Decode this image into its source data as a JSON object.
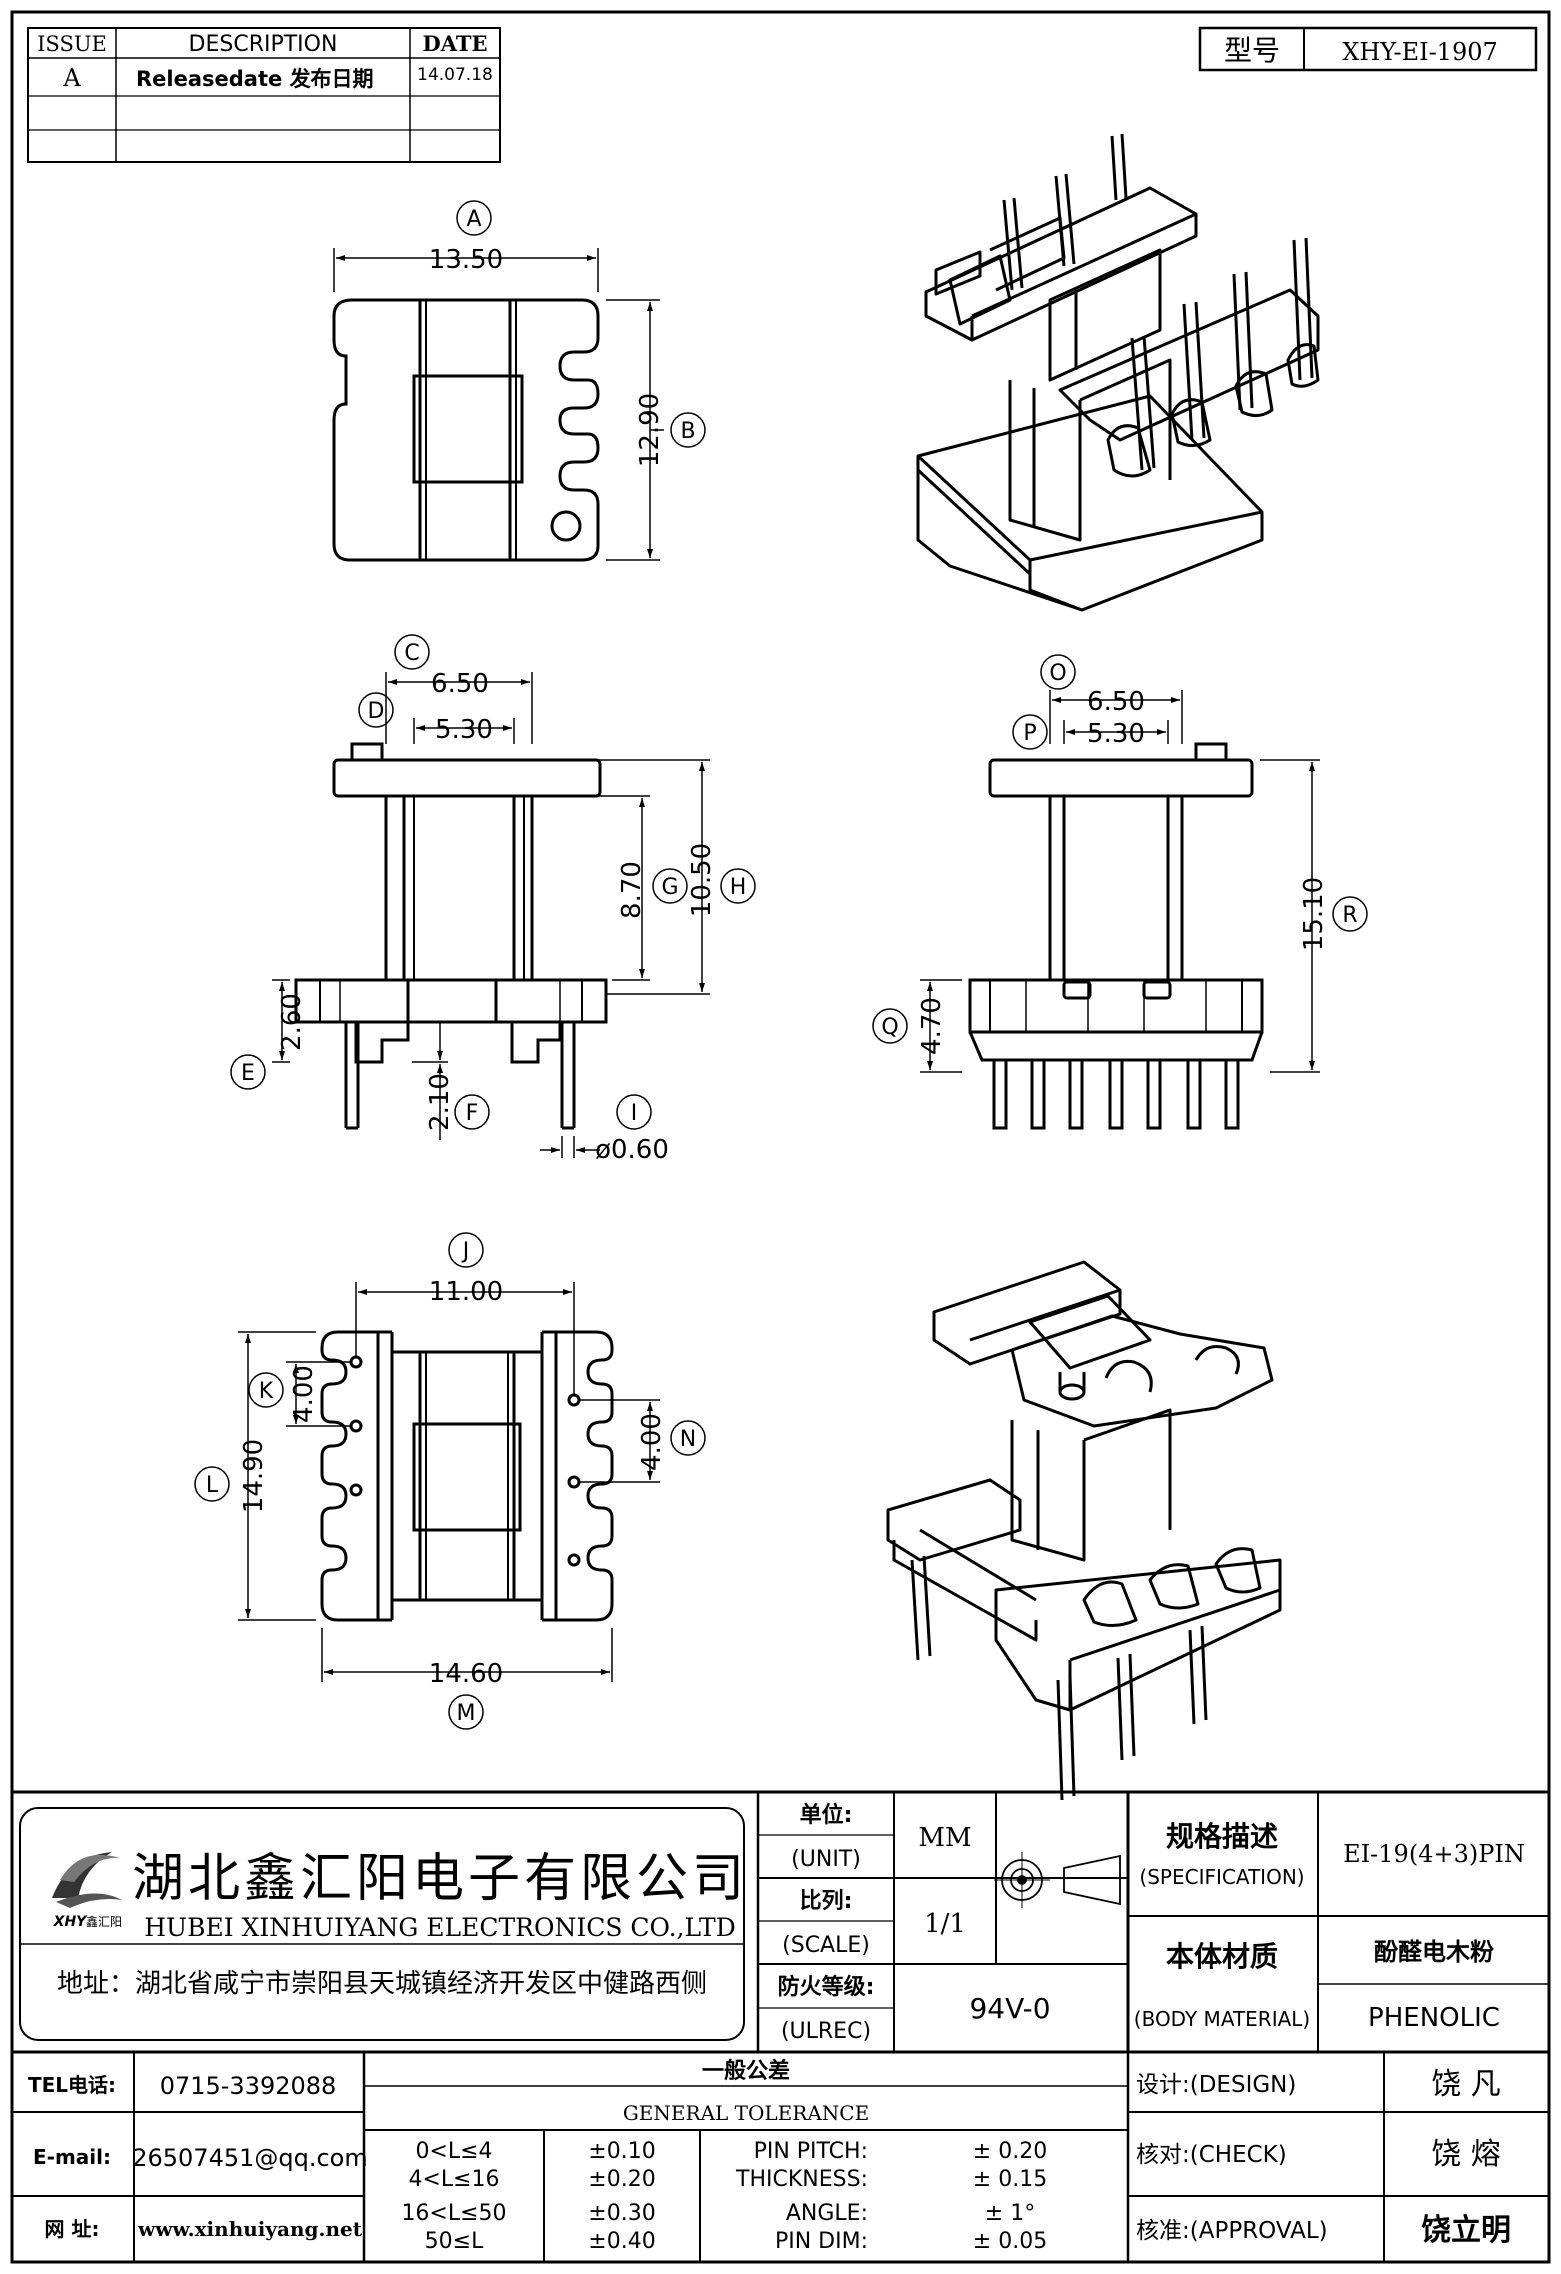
{
  "revision_table": {
    "headers": {
      "issue": "ISSUE",
      "description": "DESCRIPTION",
      "date": "DATE"
    },
    "rows": [
      {
        "issue": "A",
        "description": "Releasedate 发布日期",
        "date": "14.07.18"
      }
    ]
  },
  "model": {
    "label": "型号",
    "value": "XHY-EI-1907"
  },
  "dimensions": {
    "A": {
      "tag": "A",
      "value": "13.50"
    },
    "B": {
      "tag": "B",
      "value": "12.90"
    },
    "C": {
      "tag": "C",
      "value": "6.50"
    },
    "D": {
      "tag": "D",
      "value": "5.30"
    },
    "E": {
      "tag": "E",
      "value": "2.60"
    },
    "F": {
      "tag": "F",
      "value": "2.10"
    },
    "G": {
      "tag": "G",
      "value": "8.70"
    },
    "H": {
      "tag": "H",
      "value": "10.50"
    },
    "I": {
      "tag": "I",
      "value": "ø0.60"
    },
    "O": {
      "tag": "O",
      "value": "6.50"
    },
    "P": {
      "tag": "P",
      "value": "5.30"
    },
    "Q": {
      "tag": "Q",
      "value": "4.70"
    },
    "R": {
      "tag": "R",
      "value": "15.10"
    },
    "J": {
      "tag": "J",
      "value": "11.00"
    },
    "K": {
      "tag": "K",
      "value": "4.00"
    },
    "L": {
      "tag": "L",
      "value": "14.90"
    },
    "M": {
      "tag": "M",
      "value": "14.60"
    },
    "N": {
      "tag": "N",
      "value": "4.00"
    }
  },
  "company": {
    "name_cn": "湖北鑫汇阳电子有限公司",
    "name_en": "HUBEI XINHUIYANG ELECTRONICS CO.,LTD",
    "logo_text": "XHY",
    "logo_sub": "鑫汇阳",
    "address": "地址：湖北省咸宁市崇阳县天城镇经济开发区中健路西侧"
  },
  "title_block": {
    "unit_label_cn": "单位:",
    "unit_label_en": "(UNIT)",
    "unit_value": "MM",
    "scale_label_cn": "比列:",
    "scale_label_en": "(SCALE)",
    "scale_value": "1/1",
    "ul_label_cn": "防火等级:",
    "ul_label_en": "(ULREC)",
    "ul_value": "94V-0",
    "spec_label_cn": "规格描述",
    "spec_label_en": "(SPECIFICATION)",
    "spec_value": "EI-19(4+3)PIN",
    "material_label_cn": "本体材质",
    "material_label_en": "(BODY MATERIAL)",
    "material_value_cn": "酚醛电木粉",
    "material_value_en": "PHENOLIC"
  },
  "contact": {
    "tel_label": "TEL电话:",
    "tel": "0715-3392088",
    "email_label": "E-mail:",
    "email": "26507451@qq.com",
    "web_label": "网  址:",
    "web": "www.xinhuiyang.net"
  },
  "tolerance": {
    "title_cn": "一般公差",
    "title_en": "GENERAL TOLERANCE",
    "ranges": [
      {
        "range": "0<L≤4",
        "tol": "±0.10"
      },
      {
        "range": "4<L≤16",
        "tol": "±0.20"
      },
      {
        "range": "16<L≤50",
        "tol": "±0.30"
      },
      {
        "range": "50≤L",
        "tol": "±0.40"
      }
    ],
    "specs": [
      {
        "label": "PIN PITCH:",
        "tol": "± 0.20"
      },
      {
        "label": "THICKNESS:",
        "tol": "± 0.15"
      },
      {
        "label": "ANGLE:",
        "tol": "± 1°"
      },
      {
        "label": "PIN DIM:",
        "tol": "± 0.05"
      }
    ]
  },
  "approvals": [
    {
      "label": "设计:(DESIGN)",
      "name": "饶  凡"
    },
    {
      "label": "核对:(CHECK)",
      "name": "饶  熔"
    },
    {
      "label": "核准:(APPROVAL)",
      "name": "饶立明"
    }
  ]
}
